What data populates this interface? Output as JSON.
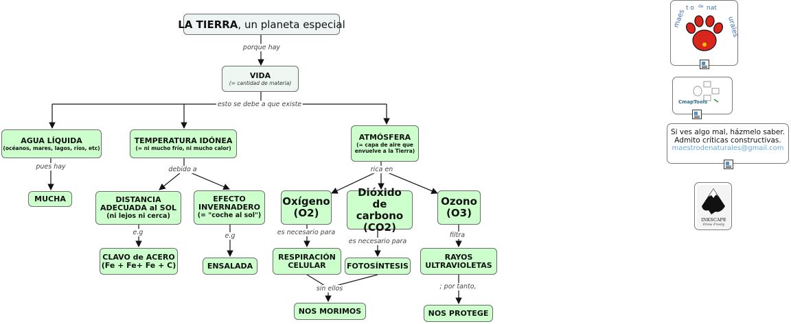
{
  "title": {
    "bold": "LA TIERRA",
    "rest": ", un planeta especial"
  },
  "nodes": {
    "vida": {
      "title": "VIDA",
      "sub": "(= cantidad de materia)"
    },
    "agua": {
      "title": "AGUA LÍQUIDA",
      "sub": "(océanos, mares, lagos, ríos, etc)"
    },
    "temperatura": {
      "title": "TEMPERATURA IDÓNEA",
      "sub": "(= ni mucho frío, ni mucho calor)"
    },
    "atmosfera": {
      "title": "ATMÓSFERA",
      "sub1": "(= capa de aire que",
      "sub2": "envuelve a la Tierra)"
    },
    "mucha": {
      "title": "MUCHA"
    },
    "distancia": {
      "l1": "DISTANCIA",
      "l2": "ADECUADA al SOL",
      "sub": "(ni lejos ni cerca)"
    },
    "efecto": {
      "l1": "EFECTO",
      "l2": "INVERNADERO",
      "sub": "(= \"coche al sol\")"
    },
    "oxigeno": {
      "l1": "Oxígeno",
      "l2": "(O2)"
    },
    "dioxido": {
      "l1": "Dióxido",
      "l2": "de carbono",
      "l3": "(CO2)"
    },
    "ozono": {
      "l1": "Ozono",
      "l2": "(O3)"
    },
    "clavo": {
      "l1": "CLAVO de ACERO",
      "l2": "(Fe + Fe+ Fe + C)"
    },
    "ensalada": {
      "title": "ENSALADA"
    },
    "respiracion": {
      "l1": "RESPIRACIÓN",
      "l2": "CELULAR"
    },
    "fotosintesis": {
      "title": "FOTOSÍNTESIS"
    },
    "rayos": {
      "l1": "RAYOS",
      "l2": "ULTRAVIOLETAS"
    },
    "morimos": {
      "title": "NOS MORIMOS"
    },
    "protege": {
      "title": "NOS PROTEGE"
    }
  },
  "links": {
    "porque_hay": "porque hay",
    "se_debe": "esto se debe a que existe",
    "pues_hay": "pues hay",
    "debido_a": "debido a",
    "rica_en": "rica en",
    "eg1": "e.g",
    "eg2": "e.g",
    "necesario1": "es necesario para",
    "necesario2": "es necesario para",
    "filtra": "filtra",
    "sin_ellos": "sin ellos",
    "por_tanto": "; por tanto,"
  },
  "sidebar": {
    "logo_text": "maestro de naturales",
    "cmap_label": "CmapTools",
    "note_line1": "Si ves algo mal, házmelo saber.",
    "note_line2": "Admito críticas constructivas.",
    "email": "maestrodenaturales@gmail.com",
    "inkscape_label": "INKSCAPE",
    "inkscape_tagline": "Draw Freely"
  },
  "colors": {
    "node_fill": "#ccffcc",
    "title_fill": "#eef3f3",
    "border": "#6b6b6b",
    "email": "#6aa9d8",
    "paw": "#d9261c"
  }
}
